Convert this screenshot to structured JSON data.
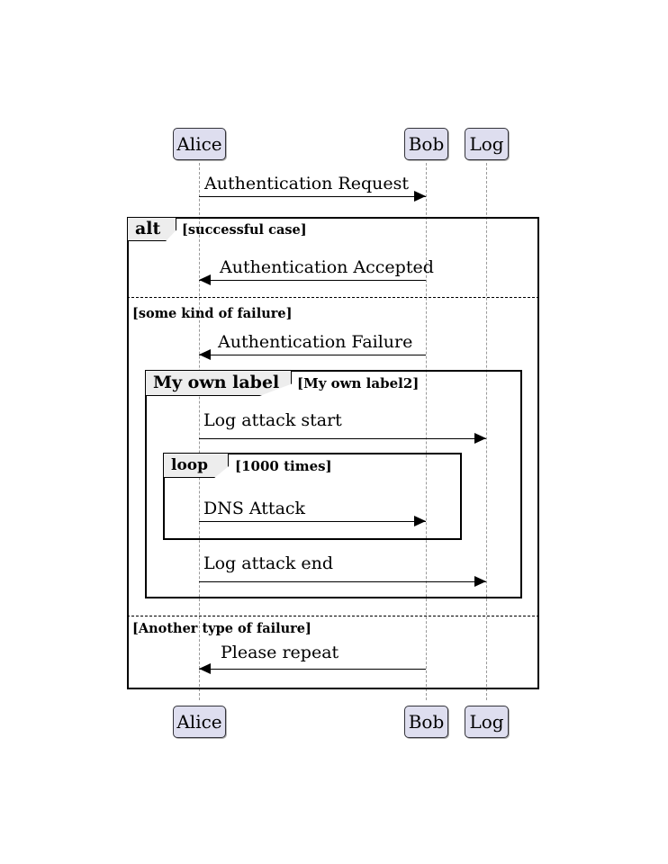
{
  "diagram": {
    "type": "uml-sequence-diagram",
    "background": "#ffffff",
    "participant_fill": "#dedeef",
    "participant_stroke": "#33333a",
    "fragment_label_fill": "#ededed",
    "lifeline_color": "#9a9a9a"
  },
  "participants": [
    {
      "id": "alice",
      "label": "Alice"
    },
    {
      "id": "bob",
      "label": "Bob"
    },
    {
      "id": "log",
      "label": "Log"
    }
  ],
  "participants_bottom": [
    {
      "id": "alice",
      "label": "Alice"
    },
    {
      "id": "bob",
      "label": "Bob"
    },
    {
      "id": "log",
      "label": "Log"
    }
  ],
  "messages": [
    {
      "id": "m1",
      "label": "Authentication Request",
      "from": "alice",
      "to": "bob",
      "direction": "right"
    },
    {
      "id": "m2",
      "label": "Authentication Accepted",
      "from": "bob",
      "to": "alice",
      "direction": "left"
    },
    {
      "id": "m3",
      "label": "Authentication Failure",
      "from": "bob",
      "to": "alice",
      "direction": "left"
    },
    {
      "id": "m4",
      "label": "Log attack start",
      "from": "alice",
      "to": "log",
      "direction": "right"
    },
    {
      "id": "m5",
      "label": "DNS Attack",
      "from": "alice",
      "to": "bob",
      "direction": "right"
    },
    {
      "id": "m6",
      "label": "Log attack end",
      "from": "alice",
      "to": "log",
      "direction": "right"
    },
    {
      "id": "m7",
      "label": "Please repeat",
      "from": "bob",
      "to": "alice",
      "direction": "left"
    }
  ],
  "fragments": [
    {
      "id": "alt",
      "keyword": "alt",
      "guard": "[successful case]",
      "operands": [
        {
          "guard": "[successful case]"
        },
        {
          "guard": "[some kind of failure]"
        },
        {
          "guard": "[Another type of failure]"
        }
      ]
    },
    {
      "id": "myown",
      "keyword": "My own label",
      "guard": "[My own label2]"
    },
    {
      "id": "loop",
      "keyword": "loop",
      "guard": "[1000 times]"
    }
  ]
}
